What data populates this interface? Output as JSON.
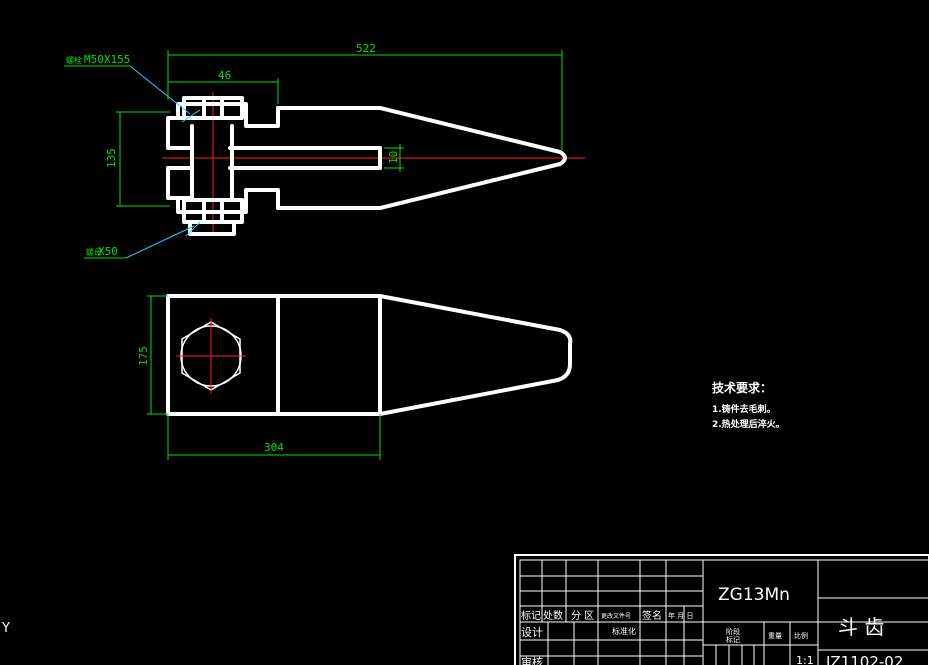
{
  "drawing": {
    "dims": {
      "overall_length": "522",
      "head_width": "46",
      "height_top": "135",
      "slot_gap": "10",
      "plan_height": "175",
      "plan_length": "304"
    },
    "leaders": {
      "bolt_label": "M50X155",
      "bolt_prefix": "螺栓",
      "nut_label": "X50",
      "nut_prefix": "螺母"
    },
    "notes": {
      "title": "技术要求：",
      "line1": "1.铸件去毛刺。",
      "line2": "2.热处理后淬火。"
    },
    "axis_letter": "Y"
  },
  "title_block": {
    "material": "ZG13Mn",
    "part_name": "斗  齿",
    "drawing_no": "JZ1102-02",
    "scale": "1:1",
    "headers": {
      "mark": "标记",
      "count": "处数",
      "zone": "分 区",
      "change_doc": "更改文件号",
      "sign": "签名",
      "date": "年 月 日"
    },
    "rows": {
      "design": "设计",
      "standardize": "标准化",
      "review": "审核"
    },
    "stage_labels": {
      "stage": "阶段",
      "mark": "标记",
      "weight": "重量",
      "scale": "比例"
    }
  }
}
